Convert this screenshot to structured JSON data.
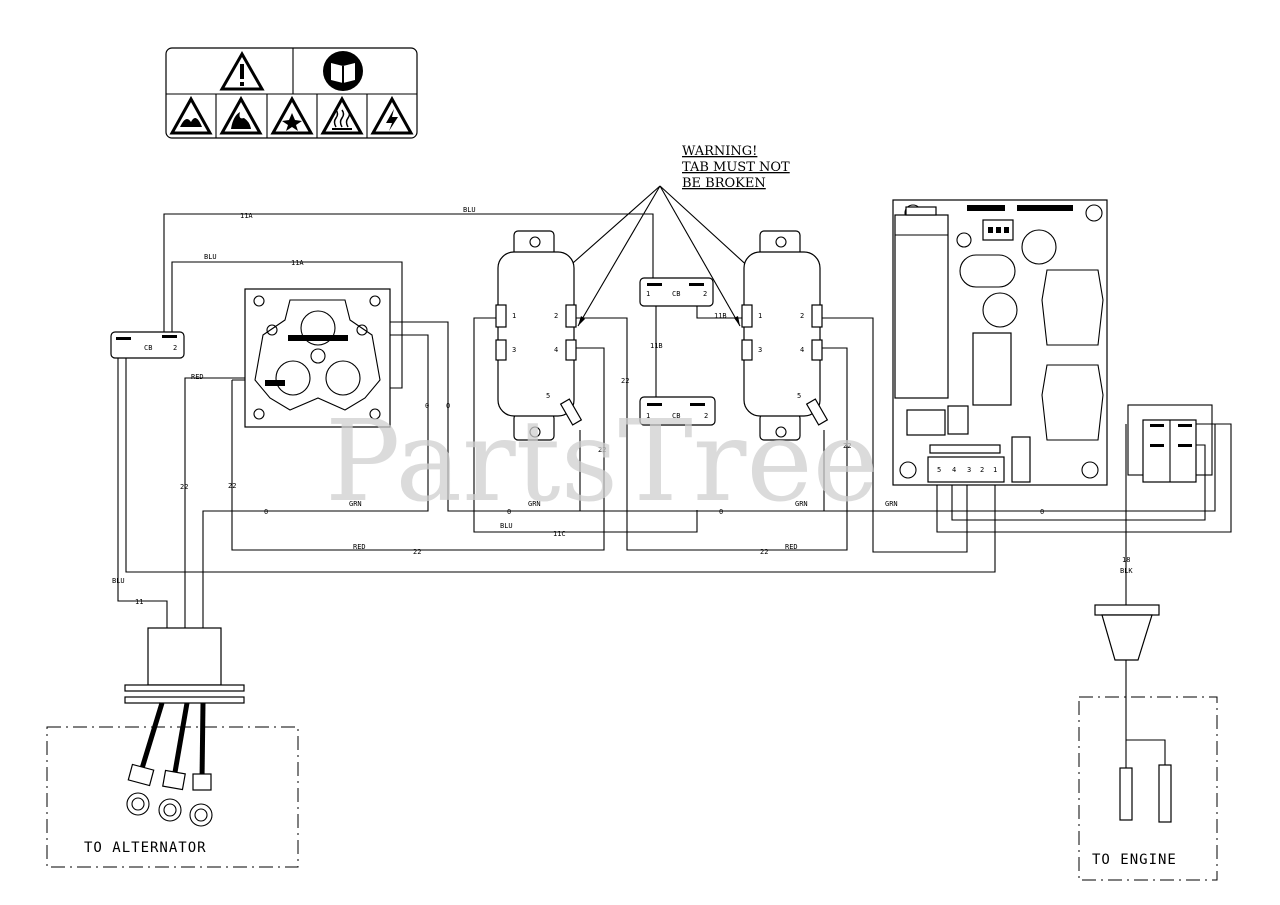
{
  "watermark": "PartsTree",
  "warning": {
    "title": "WARNING!",
    "line1": "TAB MUST NOT",
    "line2": "BE BROKEN"
  },
  "labels": {
    "to_alternator": "TO ALTERNATOR",
    "to_engine": "TO ENGINE",
    "cb": "CB"
  },
  "wires": {
    "w11a_top": "11A",
    "blu_top": "BLU",
    "blu_cb": "BLU",
    "w11a_mid": "11A",
    "red_left": "RED",
    "w22_left_a": "22",
    "w22_left_b": "22",
    "w0_outlet_a": "0",
    "w0_outlet_b": "0",
    "w0_grn_left": "0",
    "grn_left": "GRN",
    "w0_mid": "0",
    "grn_mid": "GRN",
    "w0_right_mid": "0",
    "grn_right_mid": "GRN",
    "grn_board": "GRN",
    "w0_far_right": "0",
    "blu_bottom": "BLU",
    "w11c": "11C",
    "red_bottom_left": "RED",
    "w22_bottom_left": "22",
    "w22_bottom_right": "22",
    "red_bottom_right": "RED",
    "w22_recp1": "22",
    "w22_recp1_low": "22",
    "w22_recp2": "22",
    "w11b_v": "11B",
    "w11b_h": "11B",
    "blu_alt": "BLU",
    "w11_alt": "11",
    "w18": "18",
    "blk": "BLK"
  },
  "pins": {
    "p1": "1",
    "p2": "2",
    "p3": "3",
    "p4": "4",
    "p5": "5"
  },
  "board_pins": [
    "5",
    "4",
    "3",
    "2",
    "1"
  ]
}
